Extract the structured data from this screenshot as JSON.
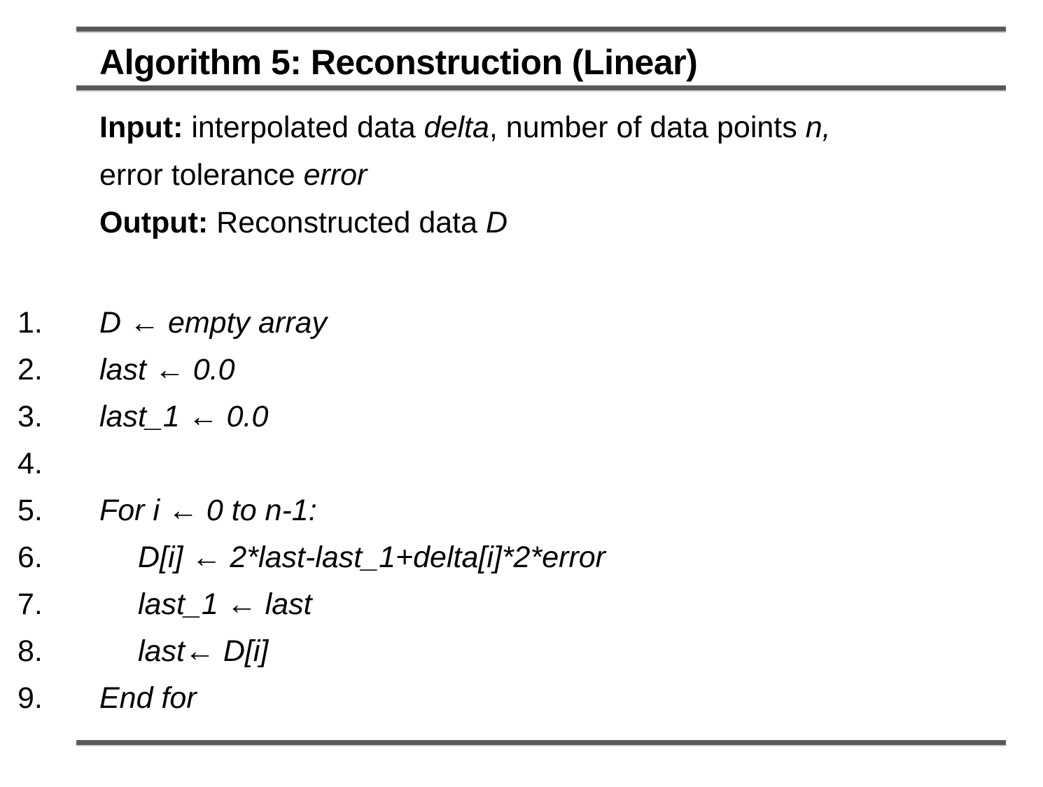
{
  "title": "Algorithm 5: Reconstruction (Linear)",
  "io": {
    "lines": [
      {
        "segments": [
          {
            "text": "Input:",
            "bold": true
          },
          {
            "text": " interpolated data "
          },
          {
            "text": "delta",
            "italic": true
          },
          {
            "text": ", number of data points "
          },
          {
            "text": "n,",
            "italic": true
          }
        ]
      },
      {
        "segments": [
          {
            "text": "error tolerance "
          },
          {
            "text": "error",
            "italic": true
          }
        ]
      },
      {
        "segments": [
          {
            "text": "Output:",
            "bold": true
          },
          {
            "text": " Reconstructed data "
          },
          {
            "text": "D",
            "italic": true
          }
        ]
      }
    ]
  },
  "steps": [
    {
      "num": "1.",
      "indent": 0,
      "text": "D ← empty array"
    },
    {
      "num": "2.",
      "indent": 0,
      "text": "last ← 0.0"
    },
    {
      "num": "3.",
      "indent": 0,
      "text": "last_1 ← 0.0"
    },
    {
      "num": "4.",
      "indent": 0,
      "text": ""
    },
    {
      "num": "5.",
      "indent": 0,
      "text": "For i ← 0 to n-1:"
    },
    {
      "num": "6.",
      "indent": 1,
      "text": "D[i] ← 2*last-last_1+delta[i]*2*error"
    },
    {
      "num": "7.",
      "indent": 1,
      "text": "last_1 ← last"
    },
    {
      "num": "8.",
      "indent": 1,
      "text": "last← D[i]"
    },
    {
      "num": "9.",
      "indent": 0,
      "text": "End for"
    }
  ],
  "colors": {
    "text": "#000000",
    "rule": "#595959",
    "rule_shadow": "#cccccc",
    "background": "#ffffff"
  }
}
